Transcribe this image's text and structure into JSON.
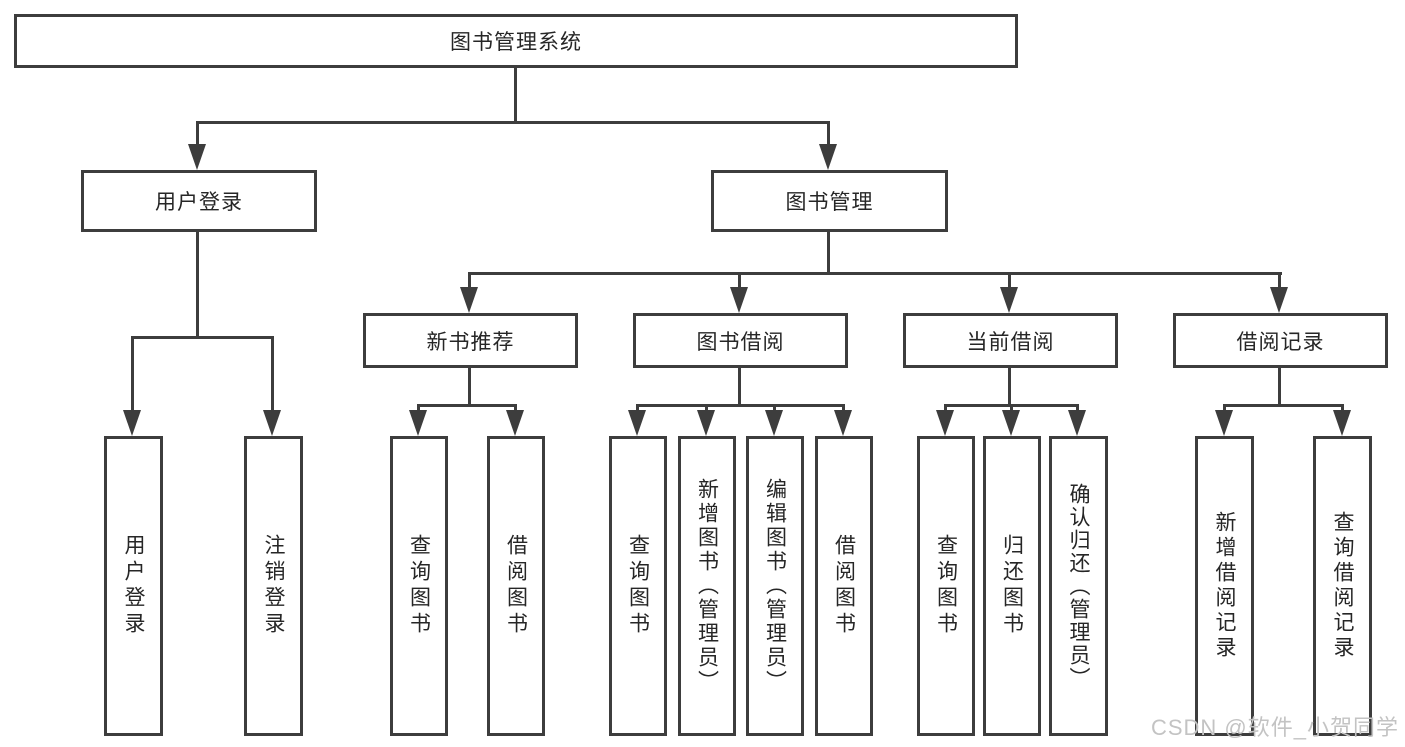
{
  "diagram": {
    "root": {
      "label": "图书管理系统"
    },
    "level2": [
      {
        "label": "用户登录"
      },
      {
        "label": "图书管理"
      }
    ],
    "level3": [
      {
        "label": "新书推荐"
      },
      {
        "label": "图书借阅"
      },
      {
        "label": "当前借阅"
      },
      {
        "label": "借阅记录"
      }
    ],
    "leaves": {
      "user_login": [
        "用户登录",
        "注销登录"
      ],
      "new_book_recommend": [
        "查询图书",
        "借阅图书"
      ],
      "book_borrow": [
        "查询图书",
        "新增图书（管理员）",
        "编辑图书（管理员）",
        "借阅图书"
      ],
      "current_borrow": [
        "查询图书",
        "归还图书",
        "确认归还（管理员）"
      ],
      "borrow_record": [
        "新增借阅记录",
        "查询借阅记录"
      ]
    },
    "watermark": "CSDN @软件_小贺同学",
    "colors": {
      "line": "#3d3d3d",
      "text": "#262626",
      "background": "#ffffff",
      "watermark": "#c3c3c3"
    }
  }
}
